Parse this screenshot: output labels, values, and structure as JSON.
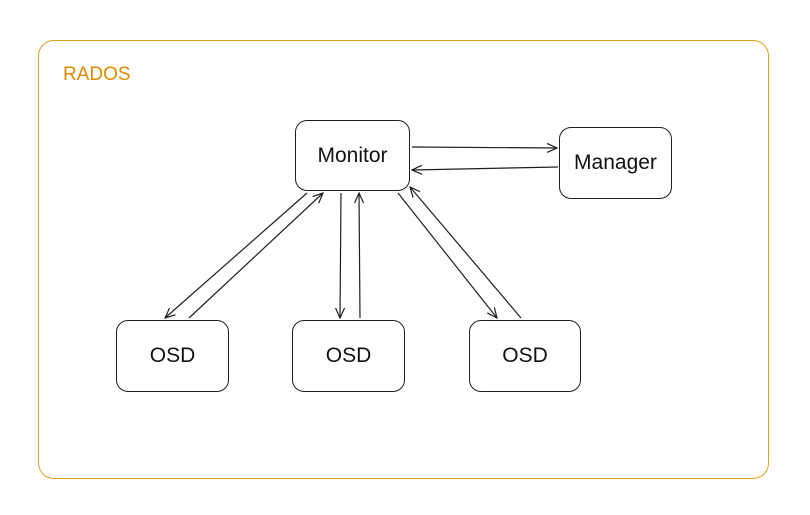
{
  "container": {
    "label": "RADOS",
    "color": "#e3a01c"
  },
  "nodes": {
    "monitor": "Monitor",
    "manager": "Manager",
    "osd_1": "OSD",
    "osd_2": "OSD",
    "osd_3": "OSD"
  },
  "edges": [
    {
      "from": "monitor",
      "to": "manager"
    },
    {
      "from": "manager",
      "to": "monitor"
    },
    {
      "from": "monitor",
      "to": "osd_1"
    },
    {
      "from": "osd_1",
      "to": "monitor"
    },
    {
      "from": "monitor",
      "to": "osd_2"
    },
    {
      "from": "osd_2",
      "to": "monitor"
    },
    {
      "from": "monitor",
      "to": "osd_3"
    },
    {
      "from": "osd_3",
      "to": "monitor"
    }
  ]
}
